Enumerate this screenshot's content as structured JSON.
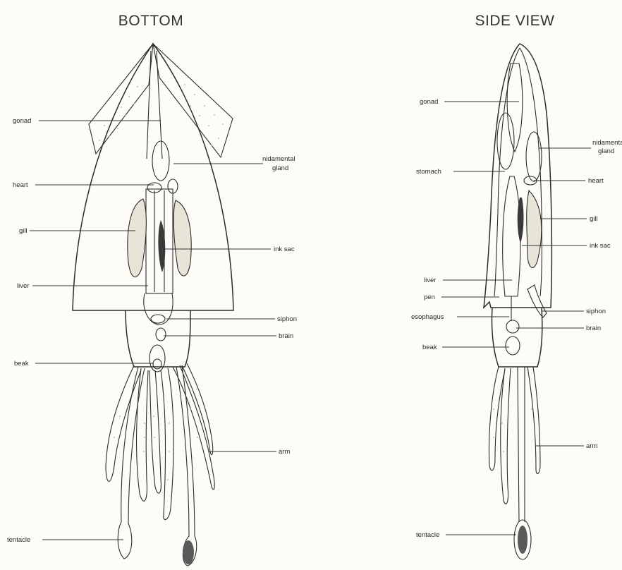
{
  "panels": {
    "bottom": {
      "title": "BOTTOM",
      "labels": {
        "gonad": "gonad",
        "nidamental_1": "nidamental",
        "nidamental_2": "gland",
        "heart": "heart",
        "gill": "gill",
        "ink_sac": "ink sac",
        "liver": "liver",
        "siphon": "siphon",
        "brain": "brain",
        "beak": "beak",
        "arm": "arm",
        "tentacle": "tentacle"
      }
    },
    "side": {
      "title": "SIDE VIEW",
      "labels": {
        "gonad": "gonad",
        "nidamental_1": "nidamental",
        "nidamental_2": "gland",
        "stomach": "stomach",
        "heart": "heart",
        "gill": "gill",
        "ink_sac": "ink sac",
        "liver": "liver",
        "pen": "pen",
        "esophagus": "esophagus",
        "siphon": "siphon",
        "brain": "brain",
        "beak": "beak",
        "arm": "arm",
        "tentacle": "tentacle"
      }
    }
  },
  "colors": {
    "background": "#fdfcf7",
    "outline": "#2b2b2b",
    "stipple": "#bdb6aa"
  }
}
